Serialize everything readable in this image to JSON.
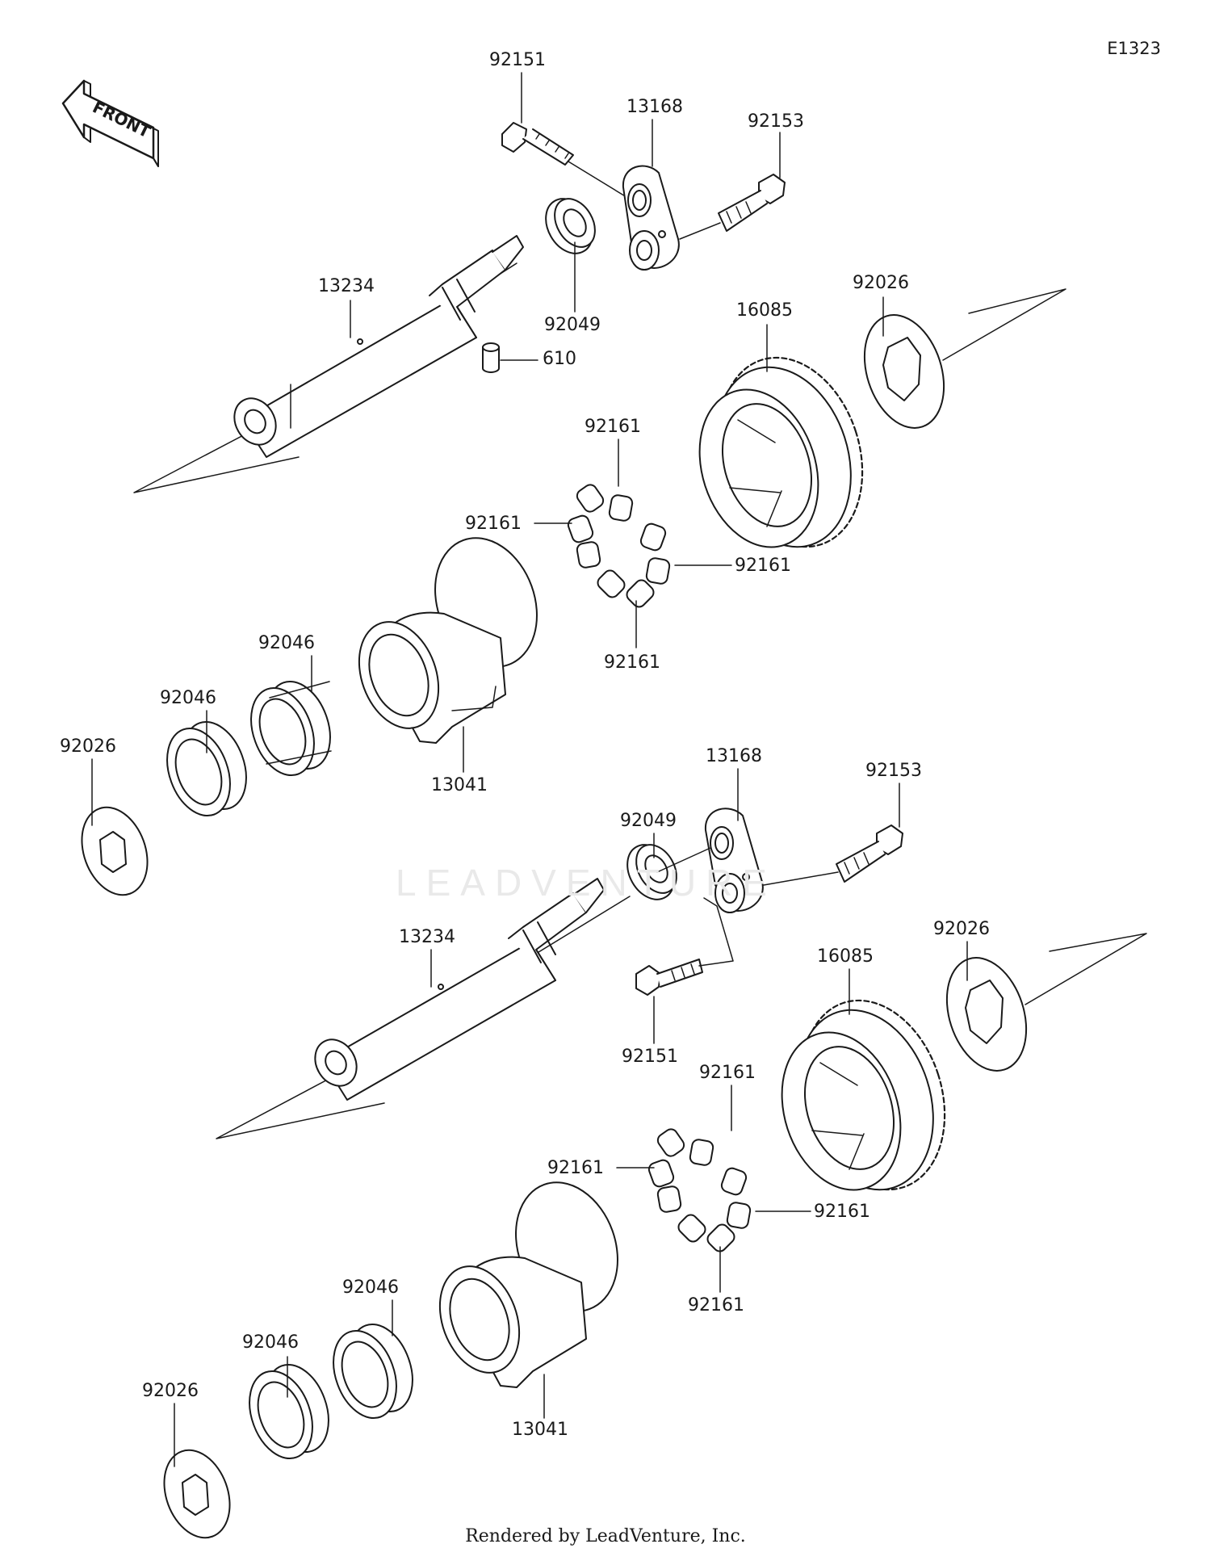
{
  "diagram_code": "E1323",
  "front_label": "FRONT",
  "watermark": "LEADVENTURE",
  "footer": "Rendered by LeadVenture, Inc.",
  "parts": {
    "p92151_a": "92151",
    "p13168_a": "13168",
    "p92153_a": "92153",
    "p13234_a": "13234",
    "p92049_a": "92049",
    "p610": "610",
    "p16085_a": "16085",
    "p92026_a": "92026",
    "p92161_a1": "92161",
    "p92161_a2": "92161",
    "p92161_a3": "92161",
    "p92161_a4": "92161",
    "p92046_a1": "92046",
    "p92046_a2": "92046",
    "p92026_a2": "92026",
    "p13041_a": "13041",
    "p13168_b": "13168",
    "p92153_b": "92153",
    "p92049_b": "92049",
    "p13234_b": "13234",
    "p92151_b": "92151",
    "p16085_b": "16085",
    "p92026_b": "92026",
    "p92161_b1": "92161",
    "p92161_b2": "92161",
    "p92161_b3": "92161",
    "p92161_b4": "92161",
    "p92046_b1": "92046",
    "p92046_b2": "92046",
    "p92026_b2": "92026",
    "p13041_b": "13041"
  }
}
